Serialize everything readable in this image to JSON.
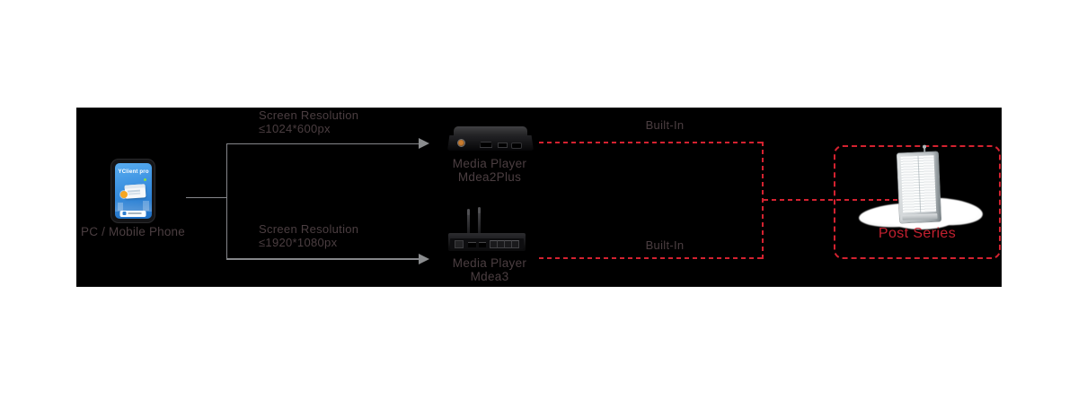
{
  "source": {
    "label": "PC / Mobile Phone",
    "app_title": "YClient pro"
  },
  "branches": [
    {
      "resolution_line1": "Screen Resolution",
      "resolution_line2": "≤1024*600px",
      "device_line1": "Media Player",
      "device_line2": "Mdea2Plus",
      "link_label": "Built-In"
    },
    {
      "resolution_line1": "Screen Resolution",
      "resolution_line2": "≤1920*1080px",
      "device_line1": "Media Player",
      "device_line2": "Mdea3",
      "link_label": "Built-In"
    }
  ],
  "output": {
    "label": "Post Series"
  },
  "colors": {
    "board_black": "#000000",
    "connector_gray": "#85868a",
    "label_dark": "#4b3e41",
    "accent_red": "#d42230",
    "red_text": "#c3202f",
    "phone_screen_blue": "#3a90e0"
  }
}
